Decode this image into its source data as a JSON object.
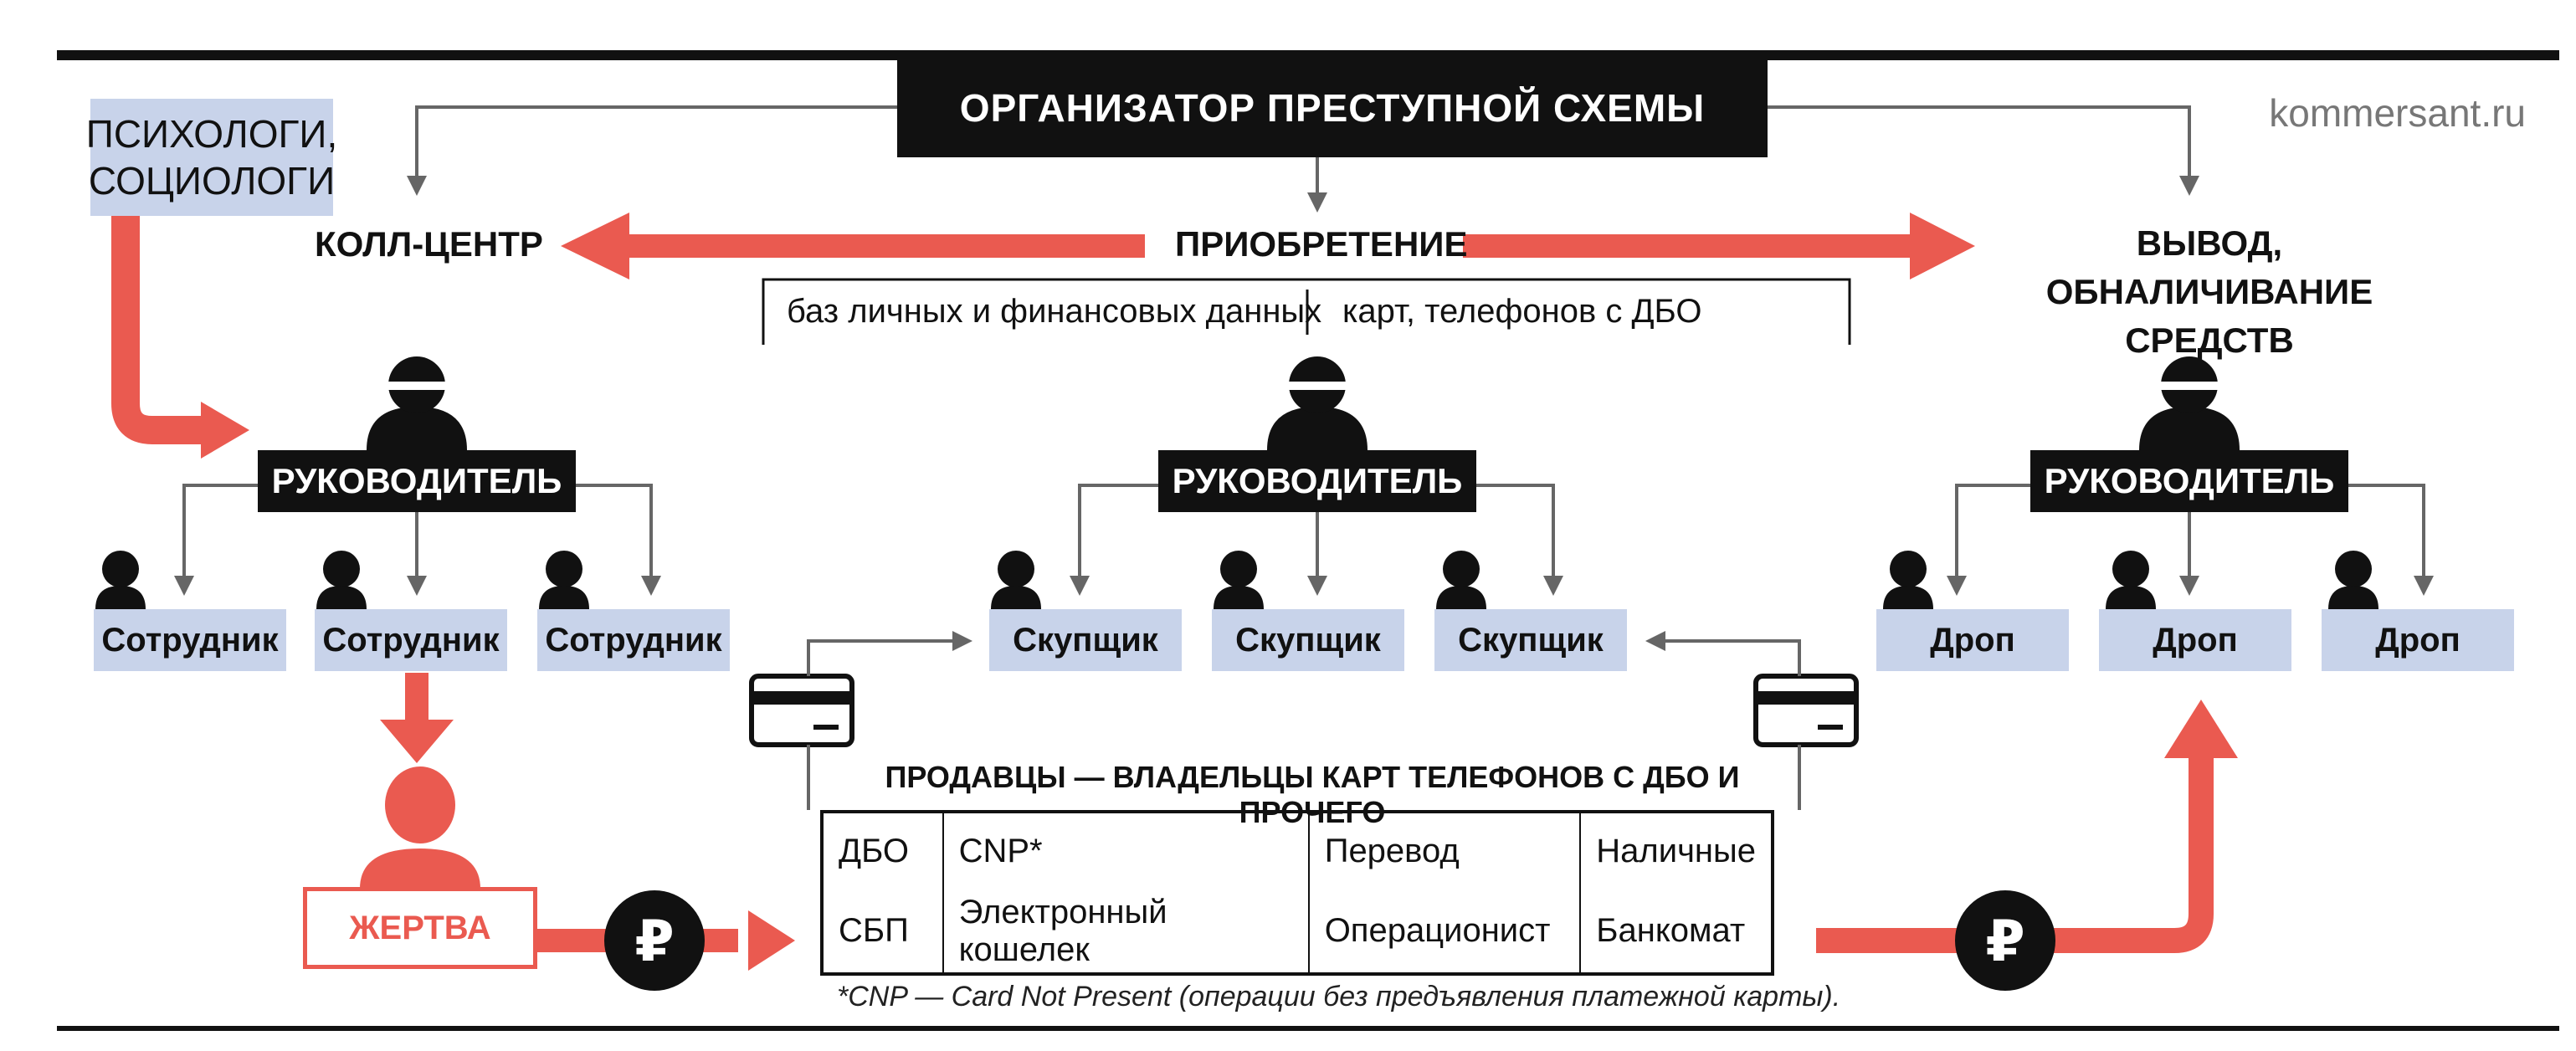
{
  "header": {
    "organizer": "ОРГАНИЗАТОР ПРЕСТУПНОЙ СХЕМЫ",
    "site": "kommersant.ru"
  },
  "left": {
    "psychologists_line1": "ПСИХОЛОГИ,",
    "psychologists_line2": "СОЦИОЛОГИ",
    "title": "КОЛЛ-ЦЕНТР",
    "manager": "РУКОВОДИТЕЛЬ",
    "workers": [
      "Сотрудник",
      "Сотрудник",
      "Сотрудник"
    ],
    "victim": "ЖЕРТВА"
  },
  "center": {
    "title": "ПРИОБРЕТЕНИЕ",
    "sub_left": "баз личных и финансовых данных",
    "sub_right": "карт, телефонов с ДБО",
    "manager": "РУКОВОДИТЕЛЬ",
    "workers": [
      "Скупщик",
      "Скупщик",
      "Скупщик"
    ],
    "sellers_title": "ПРОДАВЦЫ — ВЛАДЕЛЬЦЫ КАРТ ТЕЛЕФОНОВ С ДБО И ПРОЧЕГО",
    "table": [
      [
        "ДБО",
        "CNP*",
        "Перевод",
        "Наличные"
      ],
      [
        "СБП",
        "Электронный кошелек",
        "Операционист",
        "Банкомат"
      ]
    ],
    "footnote": "*CNP — Card Not Present (операции без предъявления платежной карты)."
  },
  "right": {
    "title_line1": "ВЫВОД, ОБНАЛИЧИВАНИЕ",
    "title_line2": "СРЕДСТВ",
    "manager": "РУКОВОДИТЕЛЬ",
    "workers": [
      "Дроп",
      "Дроп",
      "Дроп"
    ]
  },
  "icons": {
    "person": "person-icon",
    "masked_person": "masked-person-icon",
    "card": "credit-card-icon",
    "ruble": "ruble-coin-icon"
  },
  "colors": {
    "accent_red": "#ea5a50",
    "box_blue": "#c8d3ea",
    "dark": "#111111",
    "connector_gray": "#666666"
  }
}
